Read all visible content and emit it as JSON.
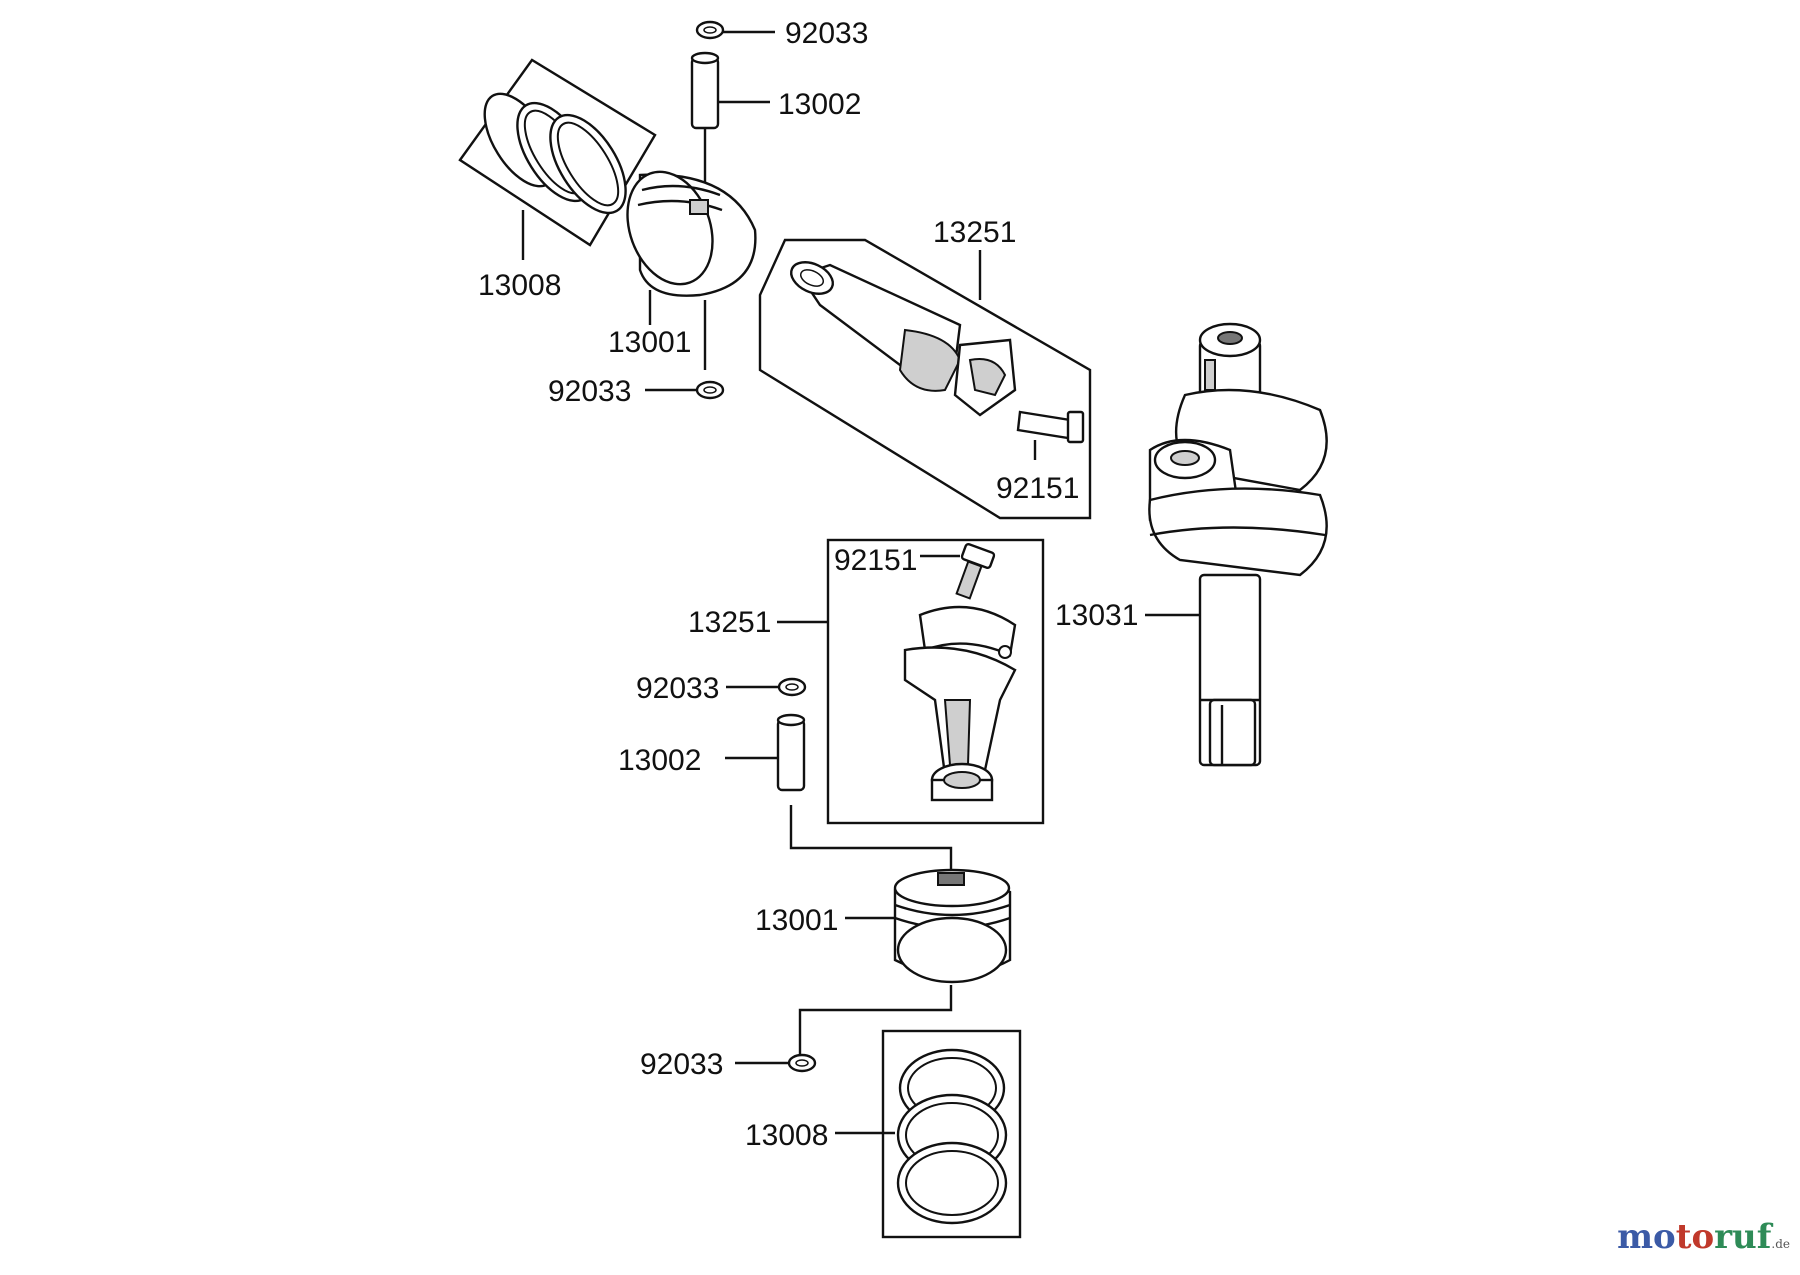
{
  "labels": {
    "top_clip_upper": "92033",
    "top_pin": "13002",
    "top_rings": "13008",
    "top_piston": "13001",
    "top_clip_lower": "92033",
    "top_conrod": "13251",
    "top_bolt": "92151",
    "crankshaft": "13031",
    "bottom_bolt": "92151",
    "bottom_conrod": "13251",
    "bottom_clip_upper": "92033",
    "bottom_pin": "13002",
    "bottom_piston": "13001",
    "bottom_clip_lower": "92033",
    "bottom_rings": "13008"
  },
  "watermark": {
    "part1": "mo",
    "part2": "to",
    "part3": "ruf",
    "suffix": ".de"
  }
}
